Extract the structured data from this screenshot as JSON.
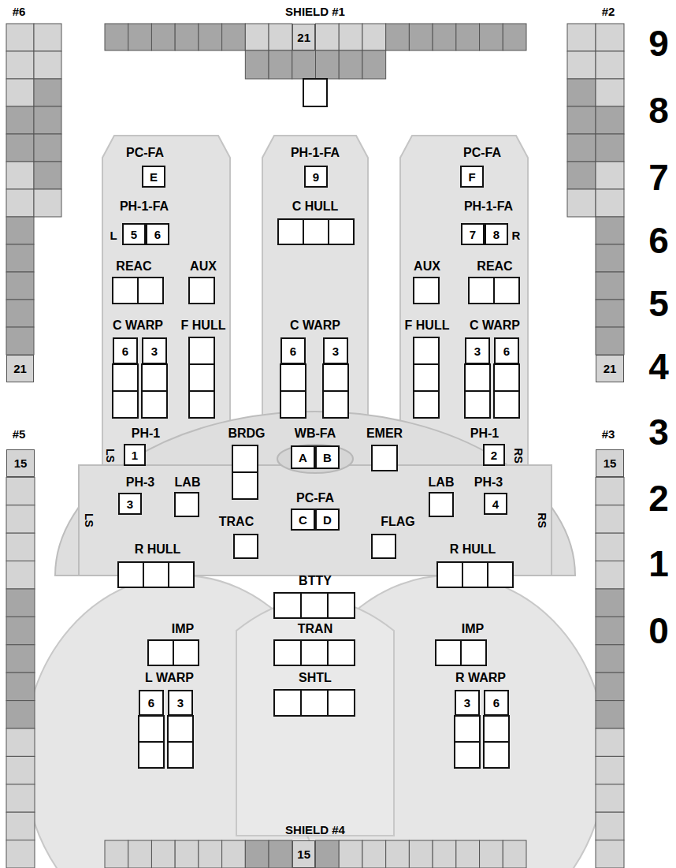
{
  "diagram": {
    "nodes": [
      {
        "text": [
          "21"
        ]
      },
      {
        "text": [
          "21"
        ]
      },
      {
        "text": [
          "21"
        ]
      },
      {
        "text": [
          "E"
        ]
      },
      {
        "text": [
          "9"
        ]
      },
      {
        "text": [
          "F"
        ]
      },
      {
        "text": [
          "5"
        ]
      },
      {
        "text": [
          "6"
        ]
      },
      {
        "text": [
          "7"
        ]
      },
      {
        "text": [
          "8"
        ]
      },
      {
        "text": [
          "6"
        ]
      },
      {
        "text": [
          "3"
        ]
      },
      {
        "text": [
          "6"
        ]
      },
      {
        "text": [
          "3"
        ]
      },
      {
        "text": [
          "3"
        ]
      },
      {
        "text": [
          "6"
        ]
      },
      {
        "text": [
          "15"
        ]
      },
      {
        "text": [
          "1"
        ]
      },
      {
        "text": [
          "A"
        ]
      },
      {
        "text": [
          "B"
        ]
      },
      {
        "text": [
          "2"
        ]
      },
      {
        "text": [
          "15"
        ]
      },
      {
        "text": [
          "3"
        ]
      },
      {
        "text": [
          "4"
        ]
      },
      {
        "text": [
          "C"
        ]
      },
      {
        "text": [
          "D"
        ]
      },
      {
        "text": [
          "6"
        ]
      },
      {
        "text": [
          "3"
        ]
      },
      {
        "text": [
          "3"
        ]
      },
      {
        "text": [
          "6"
        ]
      },
      {
        "text": [
          "15"
        ]
      }
    ],
    "labels": [
      "#6",
      "SHIELD #1",
      "#2",
      "9",
      "8",
      "PC-FA",
      "PH-1-FA",
      "PC-FA",
      "7",
      "PH-1-FA",
      "C HULL",
      "PH-1-FA",
      "L",
      "R",
      "6",
      "REAC",
      "AUX",
      "AUX",
      "REAC",
      "5",
      "C WARP",
      "F HULL",
      "C WARP",
      "F HULL",
      "C WARP",
      "4",
      "#5",
      "PH-1",
      "BRDG",
      "WB-FA",
      "EMER",
      "PH-1",
      "#3",
      "3",
      "LS",
      "RS",
      "PH-3",
      "LAB",
      "LAB",
      "PH-3",
      "PC-FA",
      "2",
      "LS",
      "RS",
      "TRAC",
      "FLAG",
      "R HULL",
      "R HULL",
      "1",
      "BTTY",
      "IMP",
      "TRAN",
      "IMP",
      "0",
      "L WARP",
      "SHTL",
      "R WARP",
      "SHIELD #4"
    ]
  }
}
